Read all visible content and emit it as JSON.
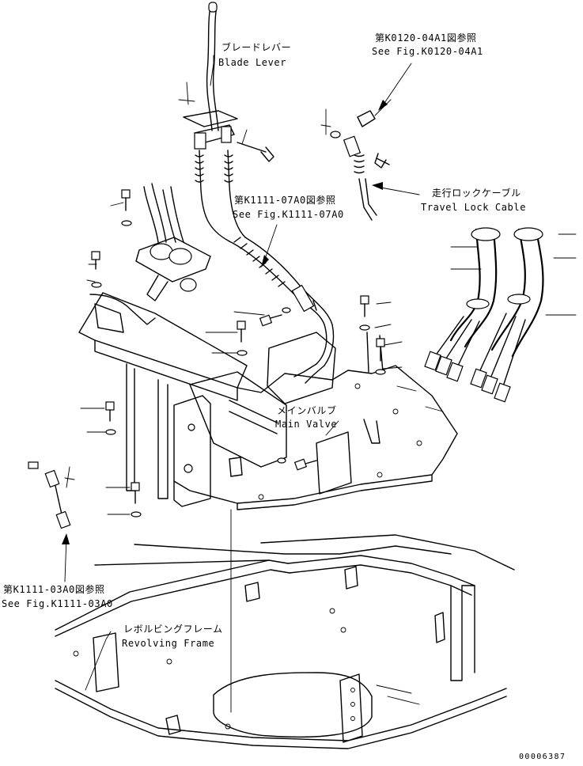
{
  "callouts": {
    "blade_lever_jp": "ブレードレバー",
    "blade_lever_en": "Blade Lever",
    "fig_k0120_jp": "第K0120-04A1図参照",
    "fig_k0120_en": "See Fig.K0120-04A1",
    "fig_k1111_07_jp": "第K1111-07A0図参照",
    "fig_k1111_07_en": "See Fig.K1111-07A0",
    "travel_lock_jp": "走行ロックケーブル",
    "travel_lock_en": "Travel Lock Cable",
    "main_valve_jp": "メインバルブ",
    "main_valve_en": "Main Valve",
    "fig_k1111_03_jp": "第K1111-03A0図参照",
    "fig_k1111_03_en": "See Fig.K1111-03A0",
    "revolving_frame_jp": "レボルビングフレーム",
    "revolving_frame_en": "Revolving Frame"
  },
  "drawing_number": "00006387"
}
